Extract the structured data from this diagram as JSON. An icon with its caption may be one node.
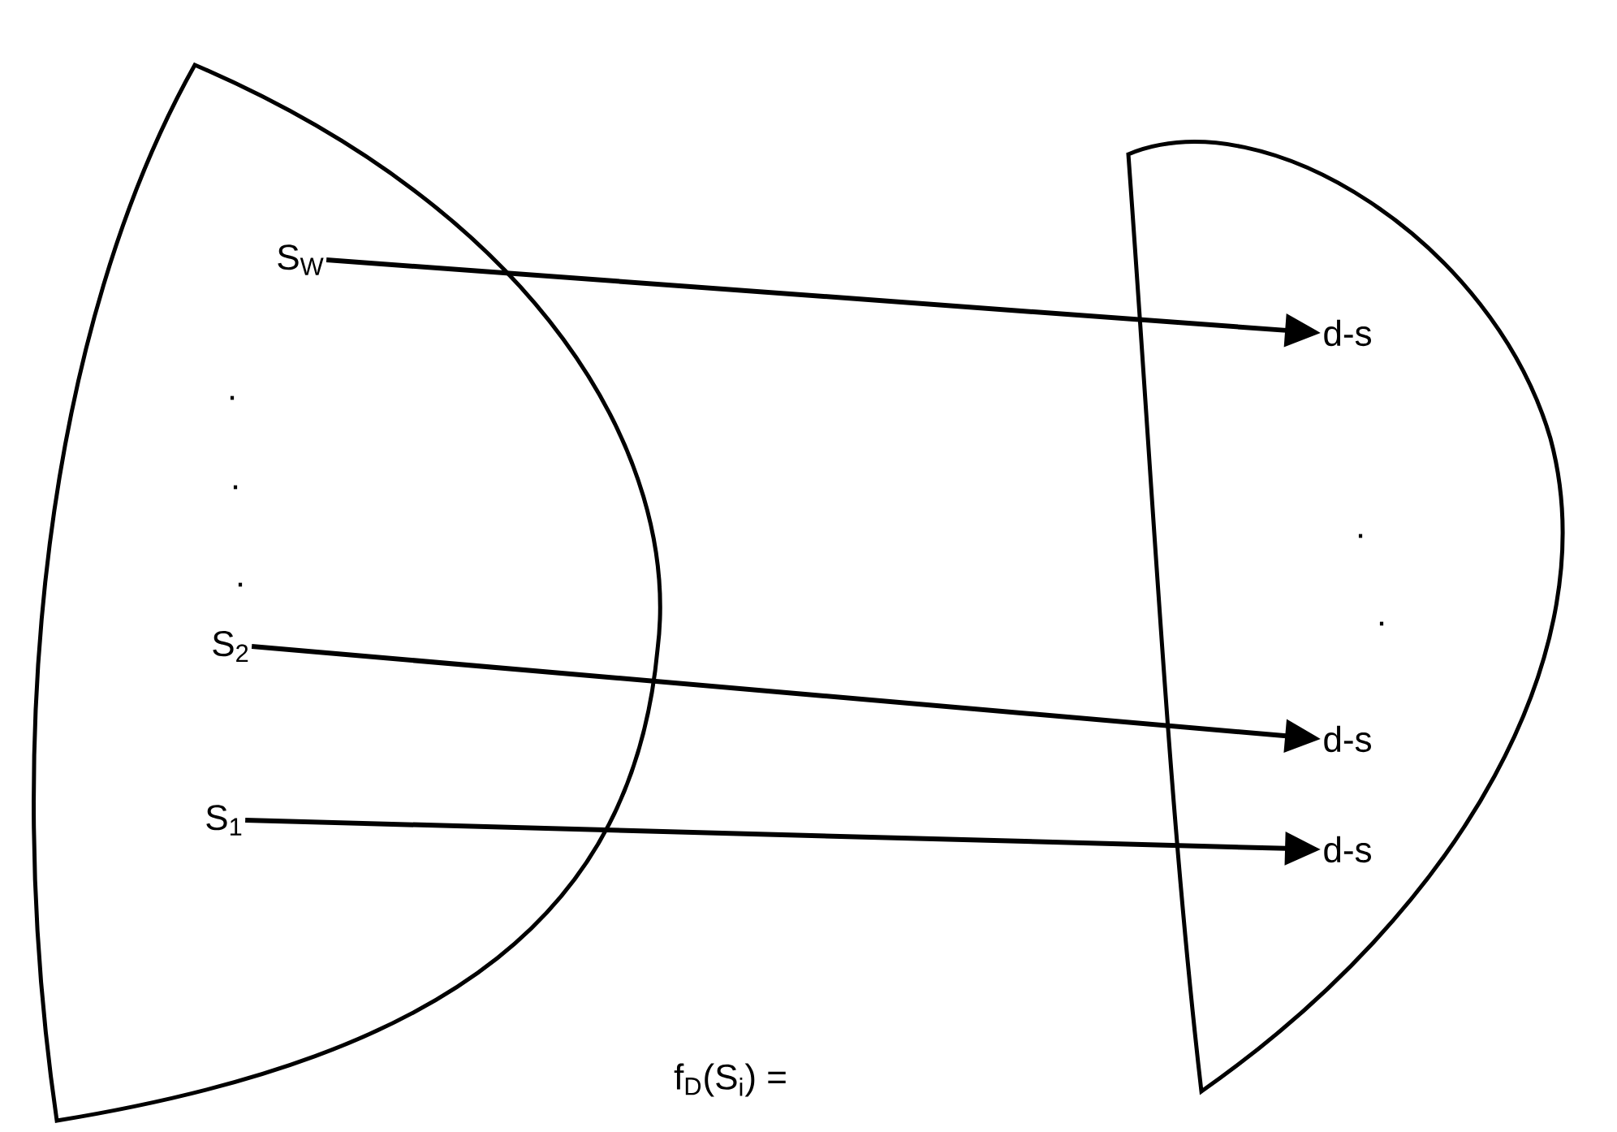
{
  "diagram": {
    "nodes": [
      {
        "text": [],
        "shape": "blob"
      },
      {
        "text": [
          "S$_{W}$"
        ],
        "in": 0
      },
      {
        "text": [
          "S$_{2}$"
        ],
        "in": 0
      },
      {
        "text": [
          "S$_{1}$"
        ],
        "in": 0
      },
      {
        "text": [],
        "shape": "blob"
      },
      {
        "text": [
          "d-s"
        ],
        "in": 4
      },
      {
        "text": [
          "d-s"
        ],
        "in": 4
      },
      {
        "text": [
          "d-s"
        ],
        "in": 4
      }
    ],
    "edges": [
      {
        "from": 1,
        "to": 5,
        "arrow": "to"
      },
      {
        "from": 2,
        "to": 6,
        "arrow": "to"
      },
      {
        "from": 3,
        "to": 7,
        "arrow": "to"
      }
    ],
    "labels": [
      ".",
      ".",
      ".",
      ".",
      ".",
      "f$_{D}$(S$_{i}$) ="
    ]
  }
}
